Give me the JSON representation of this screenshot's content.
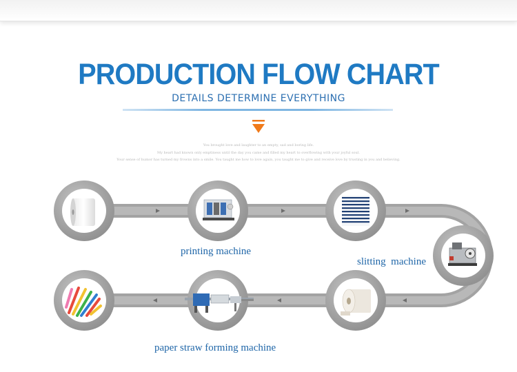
{
  "header": {
    "title": "PRODUCTION FLOW CHART",
    "subtitle": "DETAILS DETERMINE EVERYTHING",
    "blurb": [
      "You brought love and laughter to an empty, sad and boring life.",
      "My heart had known only emptiness until the day you came and filled my heart to overflowing with your joyful soul.",
      "Your sense of humor has turned my frowns into a smile. You taught me how to love again, you taught me to give and receive love by trusting in you and believing."
    ]
  },
  "steps": [
    {
      "id": "paper-roll",
      "label": "",
      "icon": "paper-roll-icon"
    },
    {
      "id": "printing",
      "label": "printing machine",
      "icon": "printing-machine-icon"
    },
    {
      "id": "slitting",
      "label": "slitting  machine",
      "icon": "slit-paper-icon"
    },
    {
      "id": "rewinding",
      "label": "",
      "icon": "slitting-machine-icon"
    },
    {
      "id": "paper-reels",
      "label": "",
      "icon": "paper-reel-icon"
    },
    {
      "id": "forming",
      "label": "paper straw forming machine",
      "icon": "straw-forming-machine-icon"
    },
    {
      "id": "straws",
      "label": "",
      "icon": "paper-straws-icon"
    }
  ],
  "colors": {
    "title": "#1f7ac3",
    "subtitle": "#2c6fb1",
    "arrow": "#f07a1a",
    "track": "#a3a3a3",
    "node": "#a9a9a9",
    "label": "#1f66a8"
  }
}
